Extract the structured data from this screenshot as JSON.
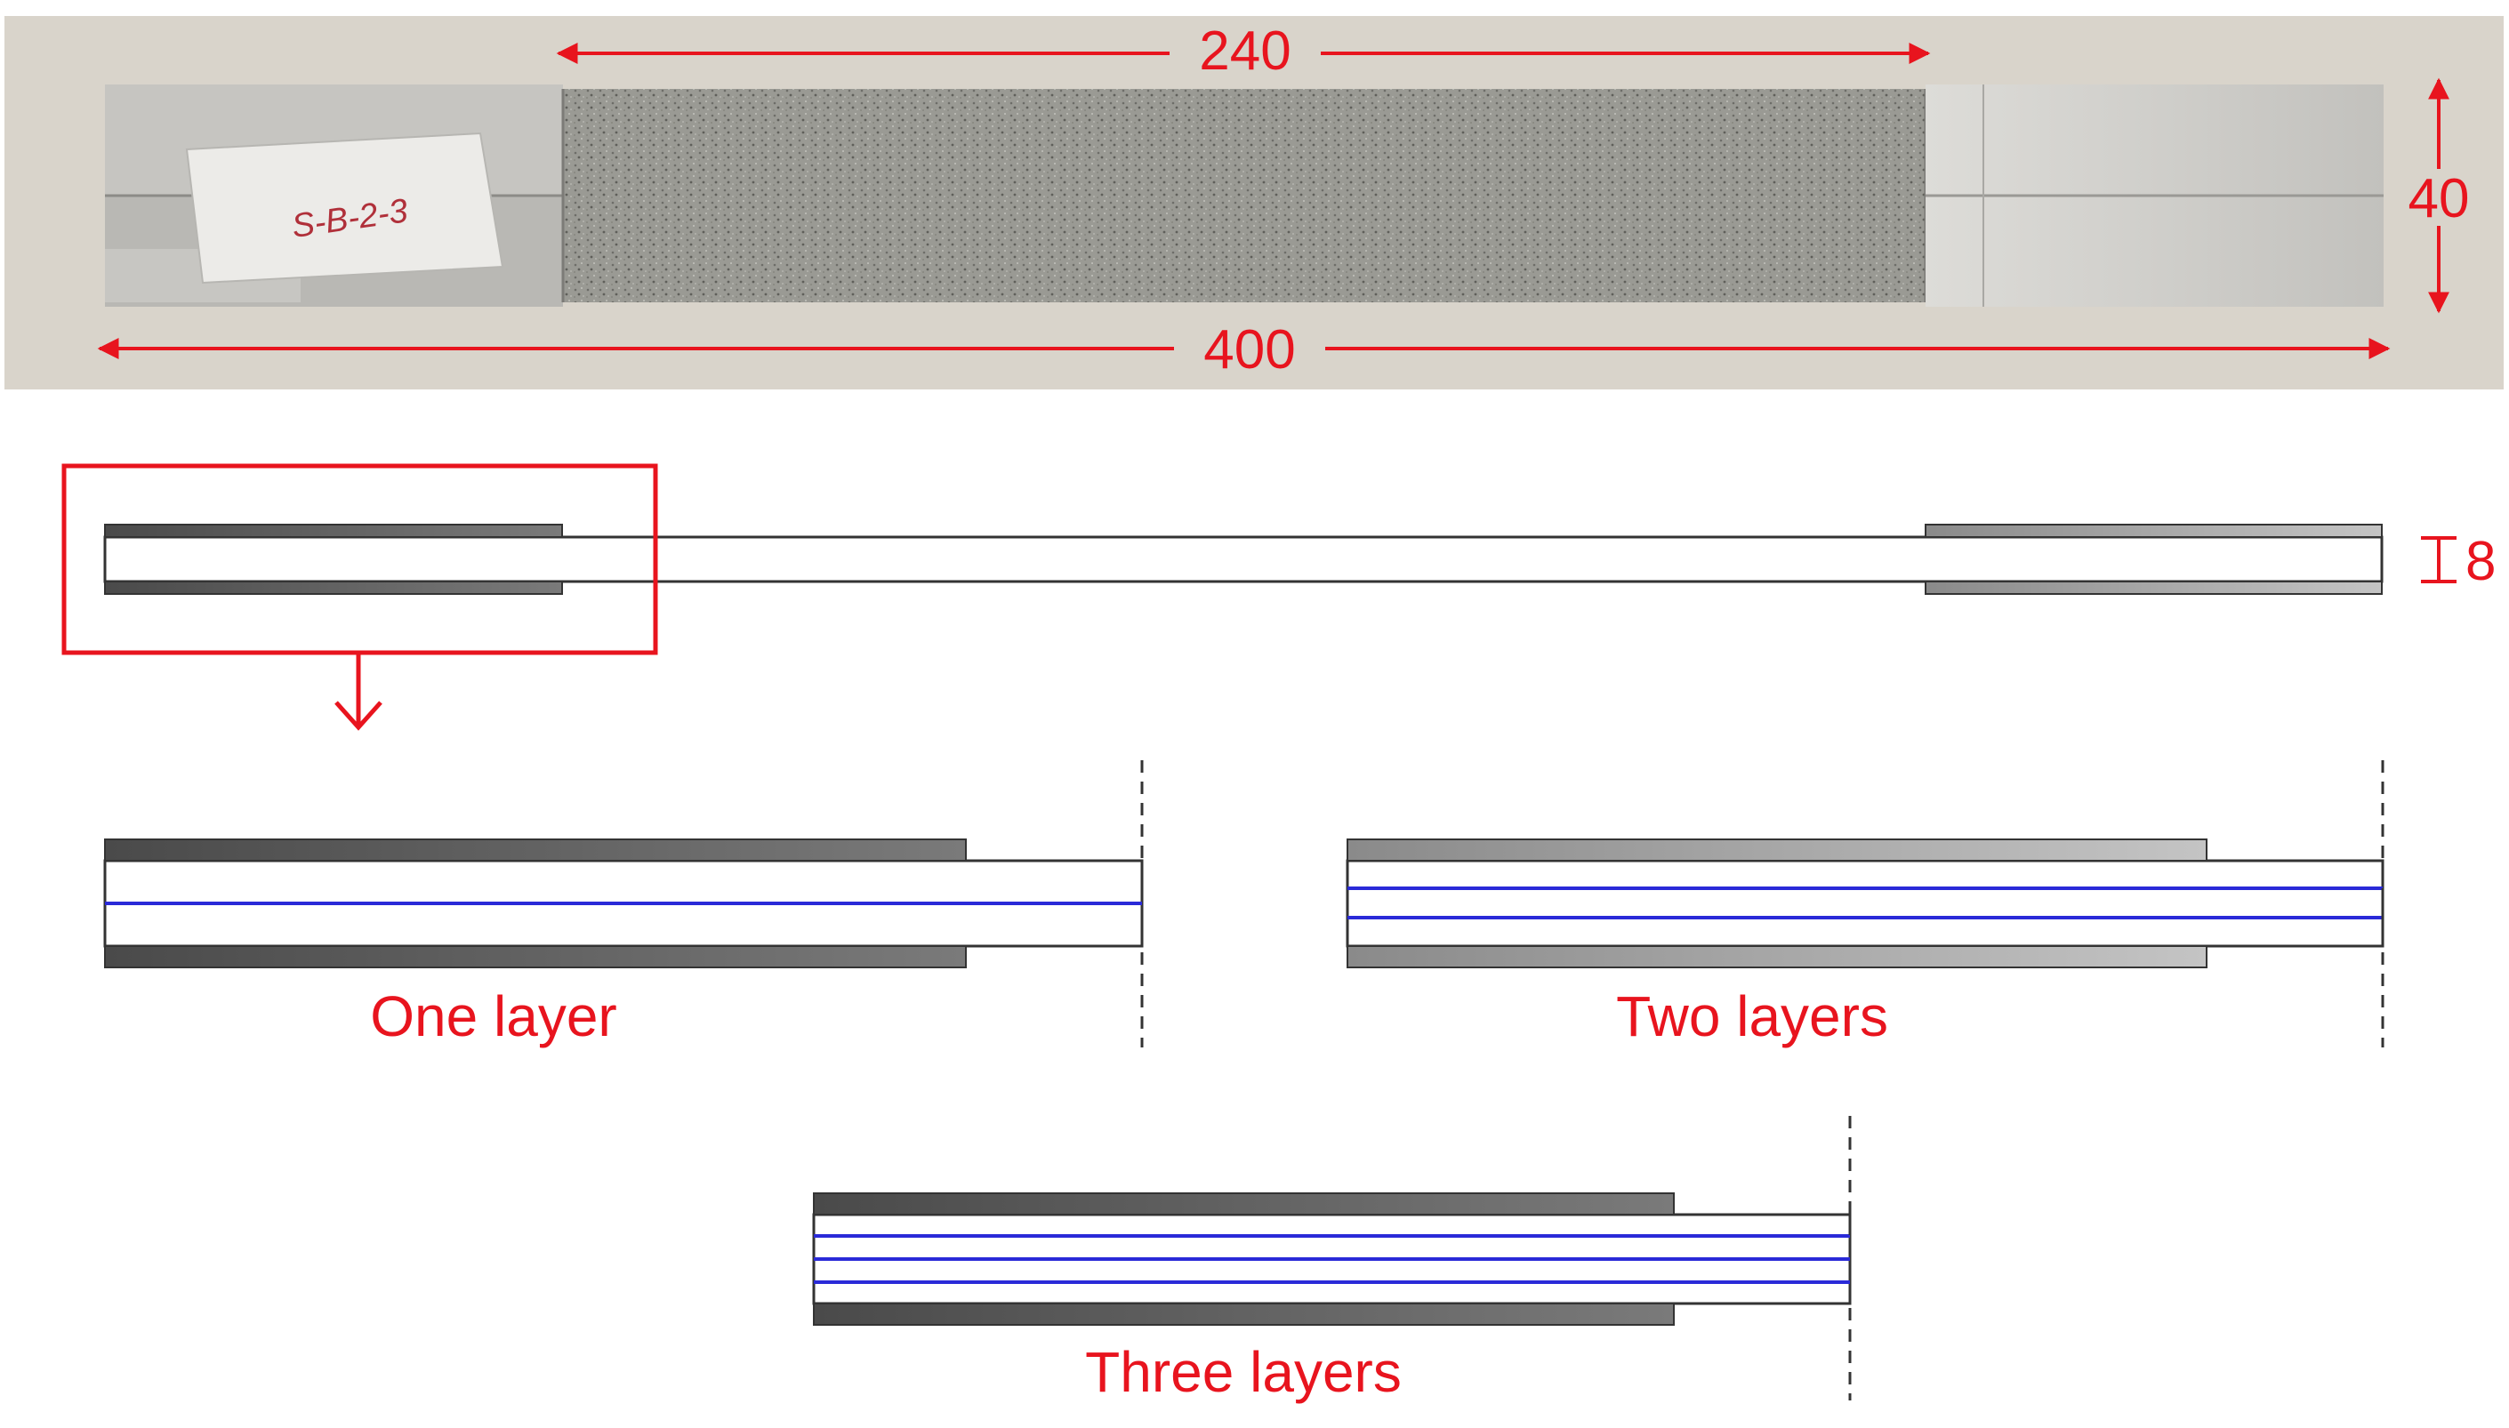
{
  "photo": {
    "dim_length_gauge": "240",
    "dim_length_total": "400",
    "dim_width": "40",
    "label_handwriting": "S-B-2-3"
  },
  "schematic": {
    "dim_thickness": "8"
  },
  "details": [
    {
      "label": "One layer"
    },
    {
      "label": "Two layers"
    },
    {
      "label": "Three layers"
    }
  ],
  "colors": {
    "annotation": "#e8141e",
    "mesh_line": "#2a2ad8",
    "plate_dark": "#5a5a5a",
    "plate_light": "#9e9e9e",
    "background_photo": "#d9d4cb",
    "concrete": "#9c9c96",
    "steel_tab": "#c8c8c4"
  }
}
